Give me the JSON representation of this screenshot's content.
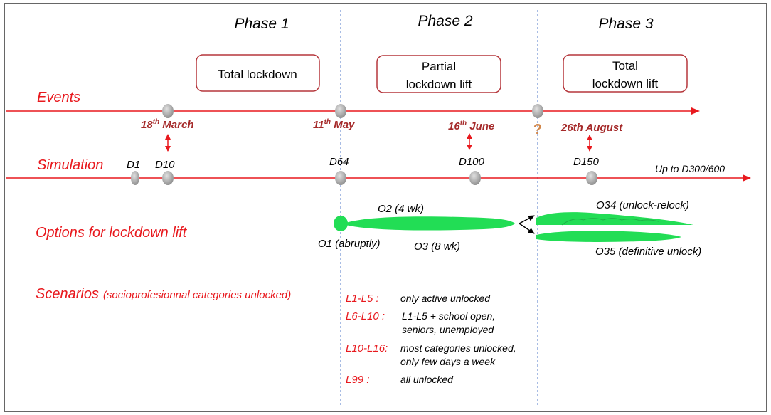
{
  "phases": [
    "Phase 1",
    "Phase 2",
    "Phase 3"
  ],
  "boxes": {
    "phase1": [
      "Total lockdown"
    ],
    "phase2": [
      "Partial",
      "lockdown lift"
    ],
    "phase3": [
      "Total",
      "lockdown lift"
    ]
  },
  "rows": {
    "events": "Events",
    "simulation": "Simulation",
    "options": "Options for lockdown lift",
    "scenarios": "Scenarios",
    "scenarios_note": "(socioprofesionnal categories unlocked)"
  },
  "event_dates": {
    "march": {
      "day": "18",
      "sup": "th",
      "rest": " March"
    },
    "may": {
      "day": "11",
      "sup": "th",
      "rest": " May"
    },
    "june": {
      "day": "16",
      "sup": "th",
      "rest": " June"
    },
    "unknown": "?",
    "august": "26th August"
  },
  "sim_labels": {
    "d1": "D1",
    "d10": "D10",
    "d64": "D64",
    "d100": "D100",
    "d150": "D150",
    "end": "Up to D300/600"
  },
  "options": {
    "o1": "O1 (abruptly)",
    "o2": "O2 (4 wk)",
    "o3": "O3 (8 wk)",
    "o34": "O34 (unlock-relock)",
    "o35": "O35 (definitive unlock)"
  },
  "scenarios": [
    {
      "code": "L1-L5 :",
      "lines": [
        "only active unlocked"
      ]
    },
    {
      "code": "L6-L10 :",
      "lines": [
        "L1-L5 + school open,",
        "seniors, unemployed"
      ]
    },
    {
      "code": "L10-L16:",
      "lines": [
        "most categories unlocked,",
        "only few days a week"
      ]
    },
    {
      "code": "L99 :",
      "lines": [
        "all unlocked"
      ]
    }
  ],
  "colors": {
    "red": "#e8191e",
    "dark_red": "#a52a2a",
    "green": "#22dd55",
    "gray_node": "#a6a6a6",
    "box_border": "#b5373c",
    "divider": "#6e8fd2",
    "question": "#d2874a"
  }
}
